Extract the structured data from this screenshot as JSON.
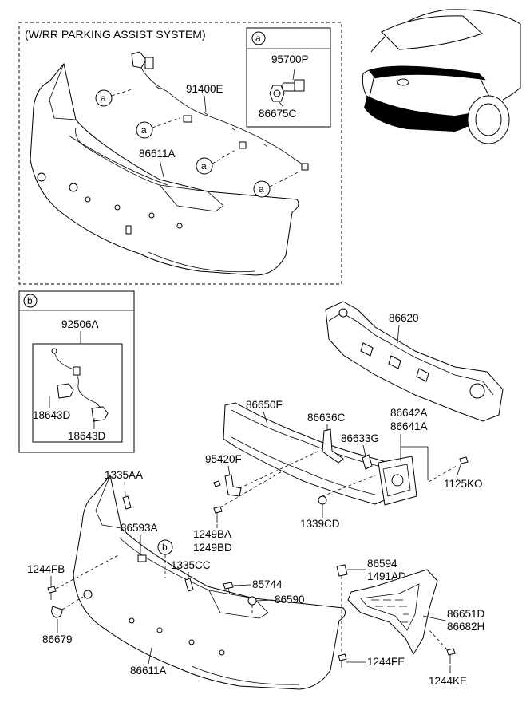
{
  "header": {
    "assist_system_title": "(W/RR PARKING ASSIST SYSTEM)"
  },
  "callouts": {
    "a": "a",
    "b": "b"
  },
  "inset_a": {
    "letter": "a",
    "part_top": "95700P",
    "part_bottom": "86675C"
  },
  "inset_b": {
    "letter": "b",
    "harness": "92506A",
    "bracket_1": "18643D",
    "bracket_2": "18643D"
  },
  "assist_parts": {
    "wiring": "91400E",
    "cover": "86611A"
  },
  "parts": {
    "absorber": "86620",
    "beam": "86650F",
    "bracket_86636C": "86636C",
    "bracket_86633G": "86633G",
    "stay_86642A": "86642A",
    "stay_86641A": "86641A",
    "bolt_1125KO": "1125KO",
    "nut_1339CD": "1339CD",
    "bracket_95420F": "95420F",
    "bolt_1249BA": "1249BA",
    "bolt_1249BD": "1249BD",
    "screw_1335AA": "1335AA",
    "reflector_86593A": "86593A",
    "screw_1335CC": "1335CC",
    "clip_85744": "85744",
    "clip_86590": "86590",
    "bolt_1244FB": "1244FB",
    "cap_86679": "86679",
    "cover_86611A": "86611A",
    "clip_86594": "86594",
    "clip_1491AD": "1491AD",
    "bracket_86651D": "86651D",
    "bracket_86682H": "86682H",
    "bolt_1244FE": "1244FE",
    "bolt_1244KE": "1244KE"
  }
}
